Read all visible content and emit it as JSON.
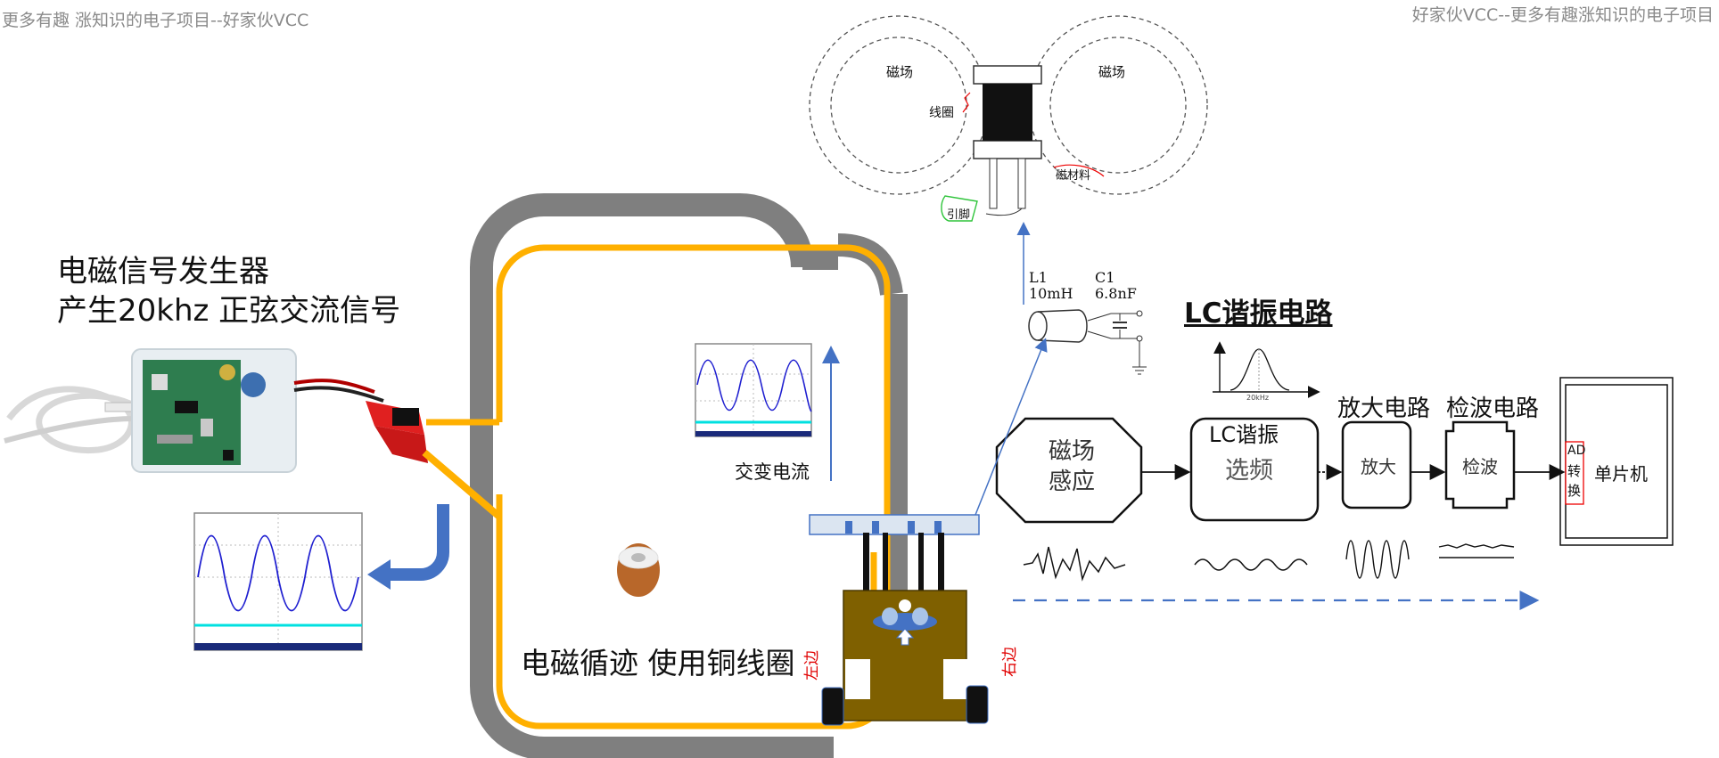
{
  "watermark": {
    "left": "更多有趣 涨知识的电子项目--好家伙VCC",
    "right": "好家伙VCC--更多有趣涨知识的电子项目"
  },
  "generator": {
    "line1": "电磁信号发生器",
    "line2": "产生20khz 正弦交流信号"
  },
  "track": {
    "current_label": "交变电流",
    "caption": "电磁循迹 使用铜线圈"
  },
  "car": {
    "left_wheel": "左边",
    "right_wheel": "右边"
  },
  "coil_diagram": {
    "field_left": "磁场",
    "field_right": "磁场",
    "coil_label": "线圈",
    "core_label": "磁材料",
    "pin_label": "引脚"
  },
  "lc_circuit": {
    "title": "LC谐振电路",
    "l_name": "L1",
    "l_value": "10mH",
    "c_name": "C1",
    "c_value": "6.8nF",
    "freq_label": "20kHz"
  },
  "blocks": {
    "field_sense_line1": "磁场",
    "field_sense_line2": "感应",
    "lc_label": "LC谐振",
    "select_freq": "选频",
    "amp_title": "放大电路",
    "amp_block": "放大",
    "detect_title": "检波电路",
    "detect_block": "检波",
    "ad_1": "AD",
    "ad_2": "转",
    "ad_3": "换",
    "mcu": "单片机"
  },
  "colors": {
    "track_gray": "#7f7f7f",
    "wire_orange": "#ffb000",
    "car_brown": "#7f6000",
    "arrow_blue": "#4472c4",
    "scope_blue": "#1f1fd0",
    "scope_cyan": "#00e0e0",
    "red_text": "#e00000"
  }
}
